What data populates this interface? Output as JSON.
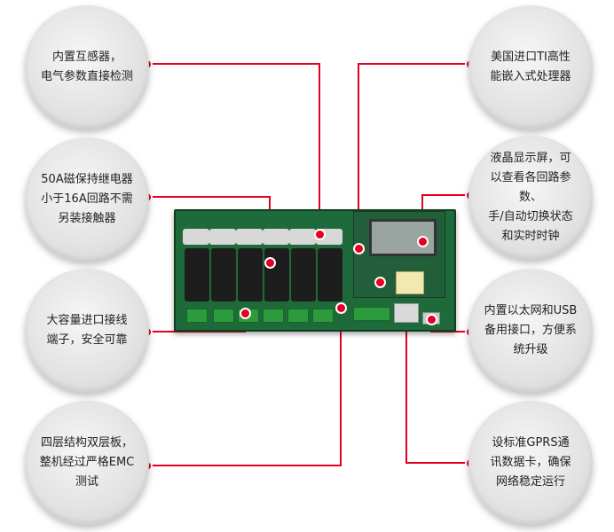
{
  "callouts": {
    "top_left": [
      "内置互感器，",
      "电气参数直接检测"
    ],
    "mid_left": [
      "50A磁保持继电器",
      "小于16A回路不需",
      "另装接触器"
    ],
    "low_left": [
      "大容量进口接线",
      "端子，安全可靠"
    ],
    "bottom_left": [
      "四层结构双层板，",
      "整机经过严格EMC",
      "测试"
    ],
    "top_right": [
      "美国进口TI高性",
      "能嵌入式处理器"
    ],
    "mid_right": [
      "液晶显示屏，可",
      "以查看各回路参数、",
      "手/自动切换状态",
      "和实时时钟"
    ],
    "low_right": [
      "内置以太网和USB",
      "备用接口，方便系",
      "统升级"
    ],
    "bottom_right": [
      "设标准GPRS通",
      "讯数据卡，确保",
      "网络稳定运行"
    ]
  },
  "colors": {
    "connector_line": "#e40020",
    "board": "#1f6a3a",
    "bubble": "#e2e2e2"
  }
}
